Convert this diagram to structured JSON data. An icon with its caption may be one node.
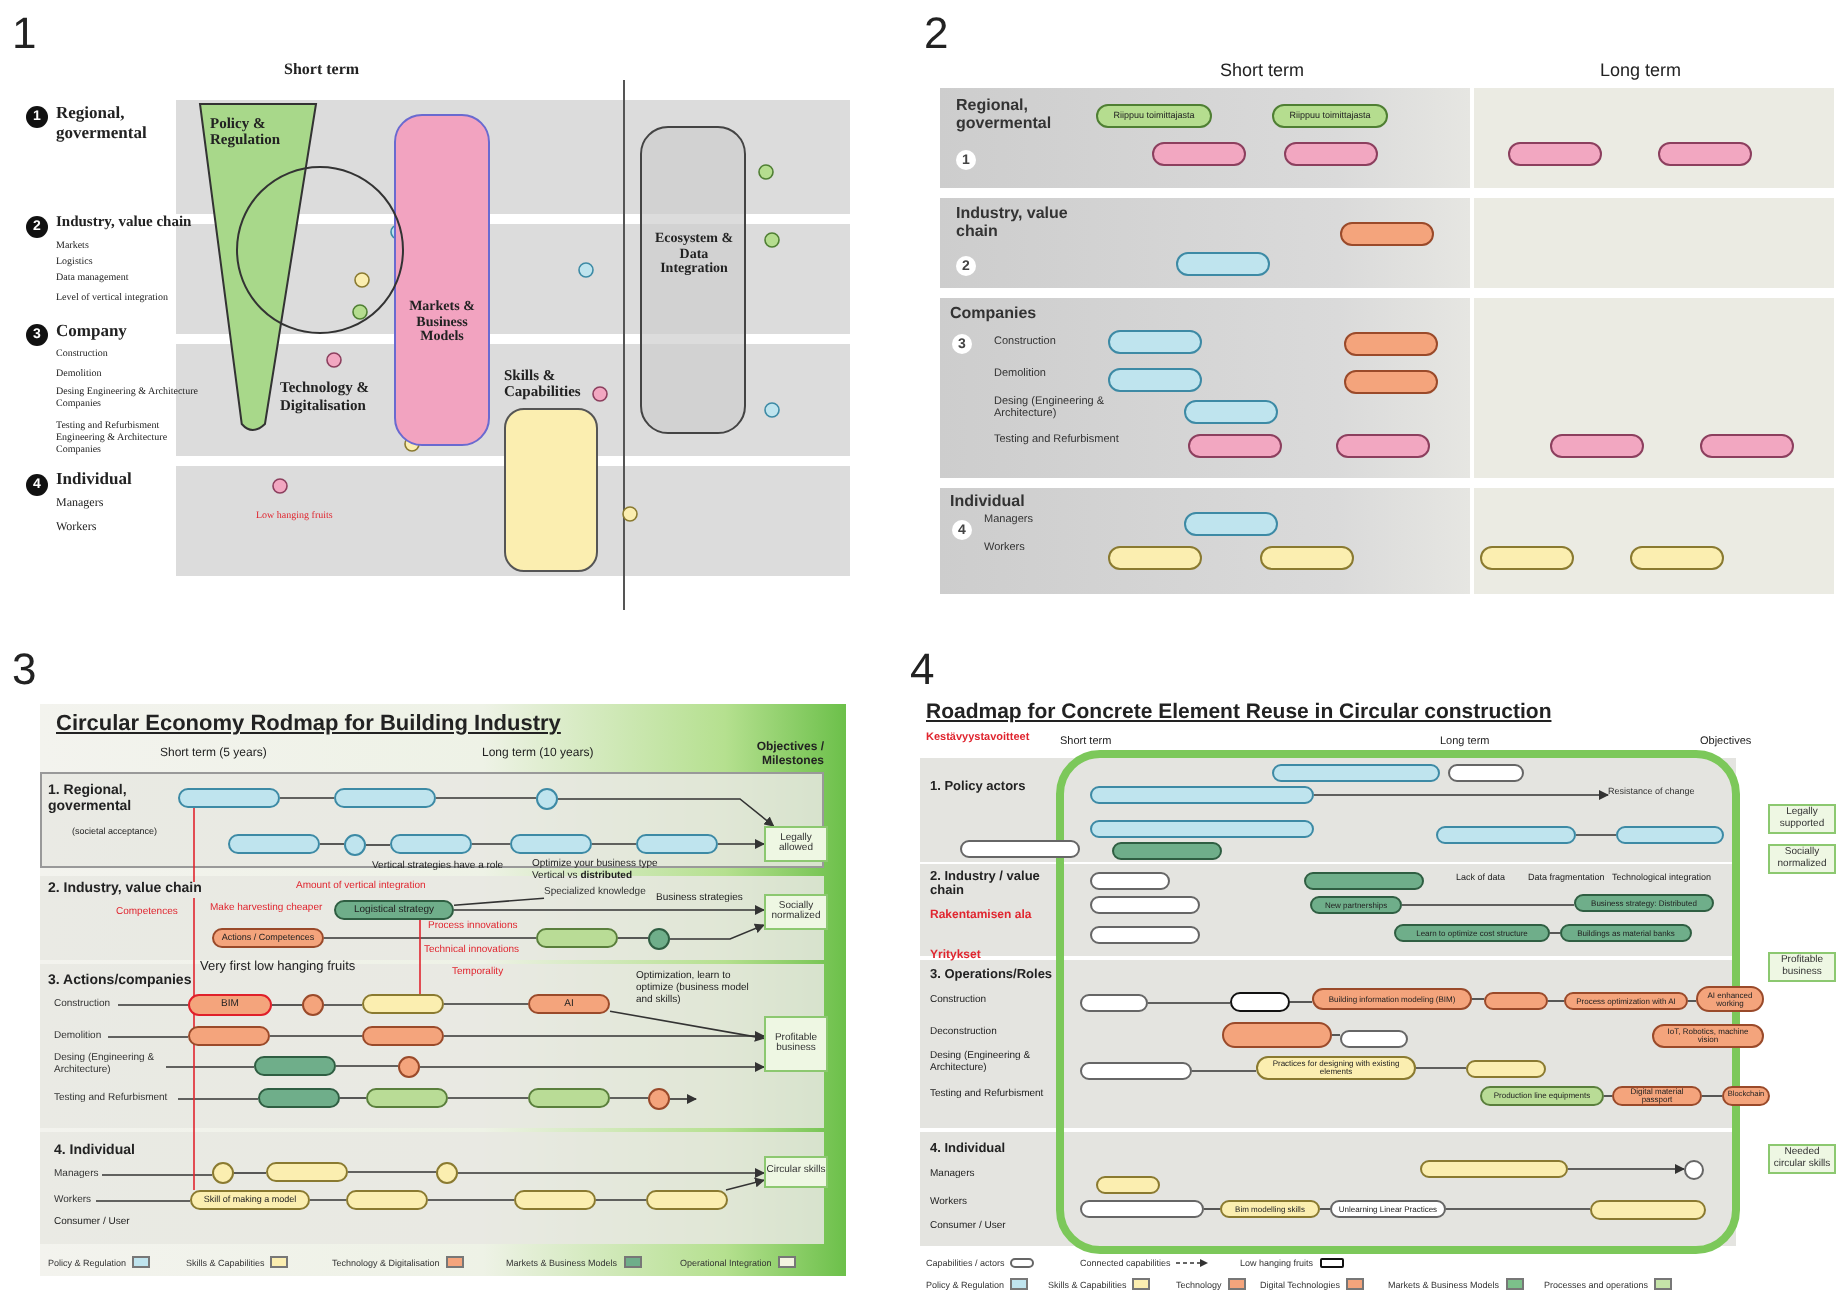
{
  "diagram": {
    "title": "Circular Economy Rodmap for Building Industry",
    "nodes": [
      {
        "text": [
          "Policy & Regulation"
        ]
      },
      {
        "text": [
          "Markets & Business Models"
        ]
      },
      {
        "text": [],
        "shape": "circle"
      },
      {
        "text": [
          "Skills & Capabilities"
        ]
      },
      {
        "text": [
          "Ecosystem & Data Integration"
        ]
      },
      {
        "text": [
          "Regional, govermental",
          "1"
        ]
      },
      {
        "text": [],
        "shape": "box"
      },
      {
        "text": [
          "Industry, value chain",
          "2"
        ]
      },
      {
        "text": [],
        "shape": "box"
      },
      {
        "text": [
          "Companies",
          "3",
          "Construction",
          "Demolition",
          "Desing (Engineering & Architecture)",
          "Testing and Refurbisment"
        ]
      },
      {
        "text": [],
        "shape": "box"
      },
      {
        "text": [
          "Individual",
          "4",
          "Managers",
          "Workers"
        ]
      },
      {
        "text": [],
        "shape": "box"
      },
      {
        "text": [
          "Riippuu toimittajasta"
        ],
        "in": 5
      },
      {
        "text": [
          "Riippuu toimittajasta"
        ],
        "in": 5
      },
      {
        "text": [],
        "shape": "box",
        "in": 5
      },
      {
        "text": [],
        "shape": "box",
        "in": 5
      },
      {
        "text": [],
        "shape": "box",
        "in": 6
      },
      {
        "text": [],
        "shape": "box",
        "in": 6
      },
      {
        "text": [],
        "shape": "box",
        "in": 7
      },
      {
        "text": [],
        "shape": "box",
        "in": 7
      },
      {
        "text": [],
        "shape": "box",
        "in": 9
      },
      {
        "text": [],
        "shape": "box",
        "in": 9
      },
      {
        "text": [],
        "shape": "box",
        "in": 9
      },
      {
        "text": [],
        "shape": "box",
        "in": 9
      },
      {
        "text": [],
        "shape": "box",
        "in": 9
      },
      {
        "text": [],
        "shape": "box",
        "in": 9
      },
      {
        "text": [],
        "shape": "box",
        "in": 9
      },
      {
        "text": [],
        "shape": "box",
        "in": 10
      },
      {
        "text": [],
        "shape": "box",
        "in": 10
      },
      {
        "text": [],
        "shape": "box",
        "in": 11
      },
      {
        "text": [],
        "shape": "box",
        "in": 11
      },
      {
        "text": [],
        "shape": "box",
        "in": 11
      },
      {
        "text": [],
        "shape": "box",
        "in": 12
      },
      {
        "text": [],
        "shape": "box",
        "in": 12
      },
      {
        "text": [],
        "shape": "box"
      },
      {
        "text": [],
        "shape": "box"
      },
      {
        "text": [],
        "shape": "circle"
      },
      {
        "text": [],
        "shape": "box"
      },
      {
        "text": [],
        "shape": "circle"
      },
      {
        "text": [],
        "shape": "box"
      },
      {
        "text": [],
        "shape": "box"
      },
      {
        "text": [],
        "shape": "box"
      },
      {
        "text": [
          "Legally allowed"
        ]
      },
      {
        "text": [
          "Logistical strategy"
        ]
      },
      {
        "text": [
          "Specialized knowledge"
        ]
      },
      {
        "text": [
          "Actions / Competences"
        ]
      },
      {
        "text": [],
        "shape": "box"
      },
      {
        "text": [],
        "shape": "circle"
      },
      {
        "text": [
          "Socially normalized"
        ]
      },
      {
        "text": [
          "BIM"
        ]
      },
      {
        "text": [],
        "shape": "circle"
      },
      {
        "text": [],
        "shape": "box"
      },
      {
        "text": [
          "AI"
        ]
      },
      {
        "text": [],
        "shape": "box"
      },
      {
        "text": [],
        "shape": "box"
      },
      {
        "text": [],
        "shape": "box"
      },
      {
        "text": [],
        "shape": "circle"
      },
      {
        "text": [],
        "shape": "box"
      },
      {
        "text": [],
        "shape": "box"
      },
      {
        "text": [],
        "shape": "box"
      },
      {
        "text": [],
        "shape": "circle"
      },
      {
        "text": [
          "Profitable business"
        ]
      },
      {
        "text": [],
        "shape": "circle"
      },
      {
        "text": [],
        "shape": "box"
      },
      {
        "text": [],
        "shape": "circle"
      },
      {
        "text": [
          "Skill of making a model"
        ]
      },
      {
        "text": [],
        "shape": "box"
      },
      {
        "text": [],
        "shape": "box"
      },
      {
        "text": [],
        "shape": "box"
      },
      {
        "text": [
          "Circular skills"
        ]
      },
      {
        "text": [],
        "shape": "box"
      },
      {
        "text": [],
        "shape": "box"
      },
      {
        "text": [],
        "shape": "box"
      },
      {
        "text": [],
        "shape": "box"
      },
      {
        "text": [],
        "shape": "box"
      },
      {
        "text": [],
        "shape": "box"
      },
      {
        "text": [],
        "shape": "box"
      },
      {
        "text": [],
        "shape": "box"
      },
      {
        "text": [],
        "shape": "box"
      },
      {
        "text": [],
        "shape": "box"
      },
      {
        "text": [],
        "shape": "box"
      },
      {
        "text": [
          "New partnerships"
        ]
      },
      {
        "text": [
          "Business strategy: Distributed"
        ]
      },
      {
        "text": [],
        "shape": "box"
      },
      {
        "text": [
          "Learn to optimize cost structure"
        ]
      },
      {
        "text": [
          "Buildings as material banks"
        ]
      },
      {
        "text": [],
        "shape": "box"
      },
      {
        "text": [],
        "shape": "box"
      },
      {
        "text": [
          "Building information modeling (BIM)"
        ]
      },
      {
        "text": [],
        "shape": "box"
      },
      {
        "text": [
          "Process optimization with AI"
        ]
      },
      {
        "text": [
          "AI enhanced working"
        ]
      },
      {
        "text": [],
        "shape": "box"
      },
      {
        "text": [],
        "shape": "box"
      },
      {
        "text": [
          "IoT, Robotics, machine vision"
        ]
      },
      {
        "text": [],
        "shape": "box"
      },
      {
        "text": [
          "Practices for designing with existing elements"
        ]
      },
      {
        "text": [],
        "shape": "box"
      },
      {
        "text": [
          "Production line equipments"
        ]
      },
      {
        "text": [
          "Digital material passport"
        ]
      },
      {
        "text": [
          "Blockchain"
        ]
      },
      {
        "text": [],
        "shape": "box"
      },
      {
        "text": [],
        "shape": "box"
      },
      {
        "text": [],
        "shape": "box"
      },
      {
        "text": [
          "Bim modelling skills"
        ]
      },
      {
        "text": [
          "Unlearning Linear Practices"
        ]
      },
      {
        "text": [],
        "shape": "box"
      },
      {
        "text": [
          "Legally supported"
        ]
      },
      {
        "text": [
          "Socially normalized"
        ]
      },
      {
        "text": [
          "Profitable business"
        ]
      },
      {
        "text": [
          "Needed circular skills"
        ]
      },
      {
        "text": [],
        "shape": "circle"
      },
      {
        "text": [
          "Construction"
        ]
      },
      {
        "text": [
          "Demolition"
        ]
      },
      {
        "text": [
          "Desing (Engineering & Architecture)"
        ]
      },
      {
        "text": [
          "Testing and Refurbisment"
        ]
      },
      {
        "text": [
          "Managers"
        ]
      },
      {
        "text": [
          "Workers"
        ]
      },
      {
        "text": [
          "Resistance of change"
        ]
      }
    ],
    "edges": [
      {
        "from": 35,
        "to": 36,
        "arrow": "none"
      },
      {
        "from": 36,
        "to": 37,
        "arrow": "none"
      },
      {
        "from": 37,
        "to": 43,
        "arrow": "to"
      },
      {
        "from": 38,
        "to": 39,
        "arrow": "none"
      },
      {
        "from": 39,
        "to": 40,
        "arrow": "none"
      },
      {
        "from": 40,
        "to": 41,
        "arrow": "none"
      },
      {
        "from": 41,
        "to": 42,
        "arrow": "none"
      },
      {
        "from": 42,
        "to": 43,
        "arrow": "to"
      },
      {
        "from": 44,
        "to": 45,
        "arrow": "none"
      },
      {
        "from": 44,
        "to": 49,
        "arrow": "to"
      },
      {
        "from": 46,
        "to": 47,
        "arrow": "none"
      },
      {
        "from": 47,
        "to": 48,
        "arrow": "none"
      },
      {
        "from": 48,
        "to": 49,
        "arrow": "to"
      },
      {
        "from": 113,
        "to": 50,
        "arrow": "none"
      },
      {
        "from": 50,
        "to": 51,
        "arrow": "none"
      },
      {
        "from": 51,
        "to": 52,
        "arrow": "none"
      },
      {
        "from": 52,
        "to": 53,
        "arrow": "none"
      },
      {
        "from": 53,
        "to": 62,
        "arrow": "to"
      },
      {
        "from": 114,
        "to": 54,
        "arrow": "none"
      },
      {
        "from": 54,
        "to": 55,
        "arrow": "none"
      },
      {
        "from": 55,
        "to": 62,
        "arrow": "to"
      },
      {
        "from": 115,
        "to": 56,
        "arrow": "none"
      },
      {
        "from": 56,
        "to": 57,
        "arrow": "none"
      },
      {
        "from": 57,
        "to": 62,
        "arrow": "to"
      },
      {
        "from": 116,
        "to": 58,
        "arrow": "none"
      },
      {
        "from": 58,
        "to": 59,
        "arrow": "none"
      },
      {
        "from": 59,
        "to": 60,
        "arrow": "none"
      },
      {
        "from": 60,
        "to": 61,
        "arrow": "none"
      },
      {
        "from": 61,
        "to": null,
        "arrow": "to"
      },
      {
        "from": 117,
        "to": 63,
        "arrow": "none"
      },
      {
        "from": 63,
        "to": 64,
        "arrow": "none"
      },
      {
        "from": 64,
        "to": 65,
        "arrow": "none"
      },
      {
        "from": 65,
        "to": 70,
        "arrow": "to"
      },
      {
        "from": 118,
        "to": 66,
        "arrow": "none"
      },
      {
        "from": 66,
        "to": 67,
        "arrow": "none"
      },
      {
        "from": 67,
        "to": 68,
        "arrow": "none"
      },
      {
        "from": 68,
        "to": 69,
        "arrow": "none"
      },
      {
        "from": 69,
        "to": 70,
        "arrow": "to"
      },
      {
        "from": 35,
        "to": 66,
        "arrow": "none",
        "color": "#e0252f"
      },
      {
        "from": 44,
        "to": 52,
        "arrow": "none",
        "color": "#e0252f"
      },
      {
        "from": 71,
        "to": 119,
        "arrow": "to"
      },
      {
        "from": 77,
        "to": 78,
        "arrow": "none"
      },
      {
        "from": 82,
        "to": 83,
        "arrow": "none"
      },
      {
        "from": 85,
        "to": 86,
        "arrow": "none"
      },
      {
        "from": 87,
        "to": 88,
        "arrow": "none"
      },
      {
        "from": 88,
        "to": 89,
        "arrow": "none"
      },
      {
        "from": 89,
        "to": 90,
        "arrow": "none"
      },
      {
        "from": 90,
        "to": 91,
        "arrow": "none"
      },
      {
        "from": 91,
        "to": 92,
        "arrow": "none"
      },
      {
        "from": 93,
        "to": 94,
        "arrow": "none"
      },
      {
        "from": 96,
        "to": 97,
        "arrow": "none"
      },
      {
        "from": 97,
        "to": 98,
        "arrow": "none"
      },
      {
        "from": 99,
        "to": 100,
        "arrow": "none"
      },
      {
        "from": 100,
        "to": 101,
        "arrow": "none"
      },
      {
        "from": 103,
        "to": 112,
        "arrow": "to"
      },
      {
        "from": 104,
        "to": 105,
        "arrow": "none"
      },
      {
        "from": 105,
        "to": 106,
        "arrow": "none"
      },
      {
        "from": 106,
        "to": 107,
        "arrow": "none"
      }
    ],
    "labels": [
      "1",
      "Short term",
      "1",
      "Regional, govermental",
      "2",
      "Industry, value chain",
      "Markets",
      "Logistics",
      "Data management",
      "Level of vertical integration",
      "3",
      "Company",
      "Construction",
      "Demolition",
      "Desing Engineering & Architecture Companies",
      "Testing and Refurbisment Engineering & Architecture Companies",
      "4",
      "Individual",
      "Managers",
      "Workers",
      "Technology & Digitalisation",
      "Low hanging fruits",
      "2",
      "Short term",
      "Long term",
      "3",
      "Short term (5 years)",
      "Long term (10 years)",
      "Objectives / Milestones",
      "1. Regional, govermental",
      "(societal acceptance)",
      "Vertical strategies have a role",
      "Optimize your business type Vertical vs **distributed**",
      "Amount of vertical integration",
      "2. Industry, value chain",
      "Competences",
      "Make harvesting cheaper",
      "Process innovations",
      "Business strategies",
      "Technical innovations",
      "Very first low hanging fruits",
      "Temporality",
      "3. Actions/companies",
      "Optimization, learn to optimize (business model and skills)",
      "4. Individual",
      "Consumer / User",
      "4",
      "Roadmap for Concrete Element Reuse in Circular construction",
      "Kestävyystavoitteet",
      "Short term",
      "Long term",
      "Objectives",
      "1. Policy actors",
      "Lack of data",
      "Data fragmentation",
      "Technological integration",
      "2. Industry / value chain",
      "Rakentamisen ala",
      "Yritykset",
      "3. Operations/Roles",
      "Construction",
      "Deconstruction",
      "Desing (Engineering & Architecture)",
      "Testing and Refurbisment",
      "4. Individual",
      "Managers",
      "Workers",
      "Consumer / User"
    ],
    "legend": [
      {
        "text": "Policy & Regulation",
        "color": "#bfe4ee"
      },
      {
        "text": "Skills & Capabilities",
        "color": "#fbeeb0"
      },
      {
        "text": "Technology & Digitalisation",
        "color": "#f4a47c"
      },
      {
        "text": "Markets & Business Models",
        "color": "#6fae8a"
      },
      {
        "text": "Operational Integration",
        "color": "#f3f3e0"
      },
      {
        "text": "Capabilities / actors"
      },
      {
        "text": "Connected capabilities"
      },
      {
        "text": "Low hanging fruits"
      },
      {
        "text": "Policy & Regulation",
        "color": "#bfe4ee"
      },
      {
        "text": "Skills & Capabilities",
        "color": "#fbeeb0"
      },
      {
        "text": "Technology",
        "color": "#f4a47c"
      },
      {
        "text": "Digital Technologies",
        "color": "#f4a47c"
      },
      {
        "text": "Markets & Business Models",
        "color": "#7cc08a"
      },
      {
        "text": "Processes and operations",
        "color": "#c5e4a8"
      }
    ]
  }
}
